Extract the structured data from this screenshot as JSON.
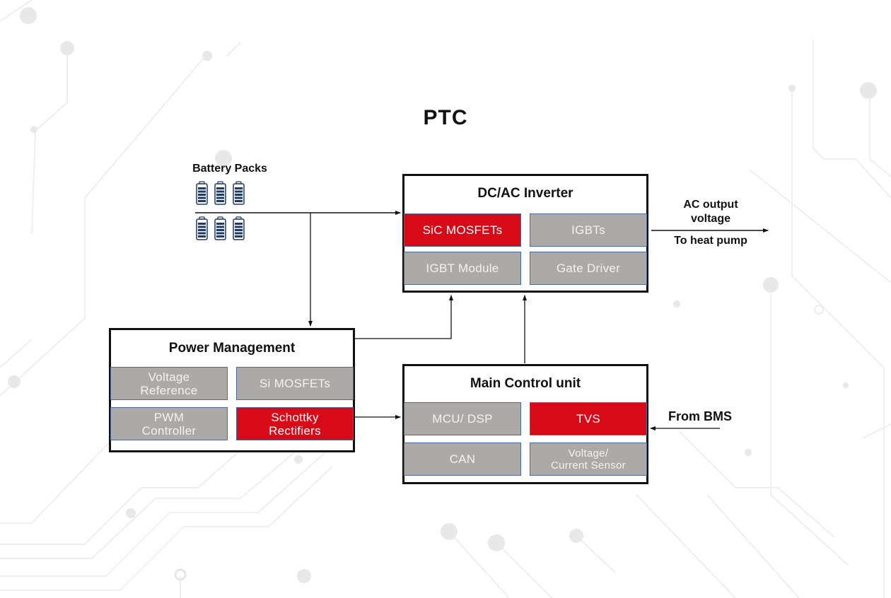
{
  "title": "PTC",
  "colors": {
    "highlight": "#d90a17",
    "component": "#ada9a6",
    "component_border": "#4a6aa0",
    "block_border": "#111111",
    "battery": "#1f3a66",
    "background_circuit": "#ececec"
  },
  "battery_packs": {
    "label": "Battery Packs",
    "icon": "battery-icon",
    "count": 6
  },
  "blocks": {
    "inverter": {
      "title": "DC/AC Inverter",
      "components": [
        {
          "label": "SiC MOSFETs",
          "highlight": true
        },
        {
          "label": "IGBTs",
          "highlight": false
        },
        {
          "label": "IGBT Module",
          "highlight": false
        },
        {
          "label": "Gate Driver",
          "highlight": false
        }
      ]
    },
    "power_management": {
      "title": "Power Management",
      "components": [
        {
          "label": "Voltage Reference",
          "line1": "Voltage",
          "line2": "Reference",
          "highlight": false
        },
        {
          "label": "Si MOSFETs",
          "highlight": false
        },
        {
          "label": "PWM Controller",
          "line1": "PWM",
          "line2": "Controller",
          "highlight": false
        },
        {
          "label": "Schottky Rectifiers",
          "line1": "Schottky",
          "line2": "Rectifiers",
          "highlight": true
        }
      ]
    },
    "main_control": {
      "title": "Main Control unit",
      "components": [
        {
          "label": "MCU/ DSP",
          "highlight": false
        },
        {
          "label": "TVS",
          "highlight": true
        },
        {
          "label": "CAN",
          "highlight": false
        },
        {
          "label": "Voltage/ Current Sensor",
          "line1": "Voltage/",
          "line2": "Current Sensor",
          "highlight": false
        }
      ]
    }
  },
  "output": {
    "top_line1": "AC output",
    "top_line2": "voltage",
    "bottom": "To heat pump"
  },
  "input": {
    "label": "From BMS"
  },
  "connections": [
    {
      "from": "battery_packs",
      "to": "inverter"
    },
    {
      "from": "battery_packs",
      "to": "power_management"
    },
    {
      "from": "power_management",
      "to": "inverter"
    },
    {
      "from": "power_management",
      "to": "main_control"
    },
    {
      "from": "main_control",
      "to": "inverter"
    },
    {
      "from": "bms",
      "to": "main_control"
    },
    {
      "from": "inverter",
      "to": "heat_pump"
    }
  ]
}
